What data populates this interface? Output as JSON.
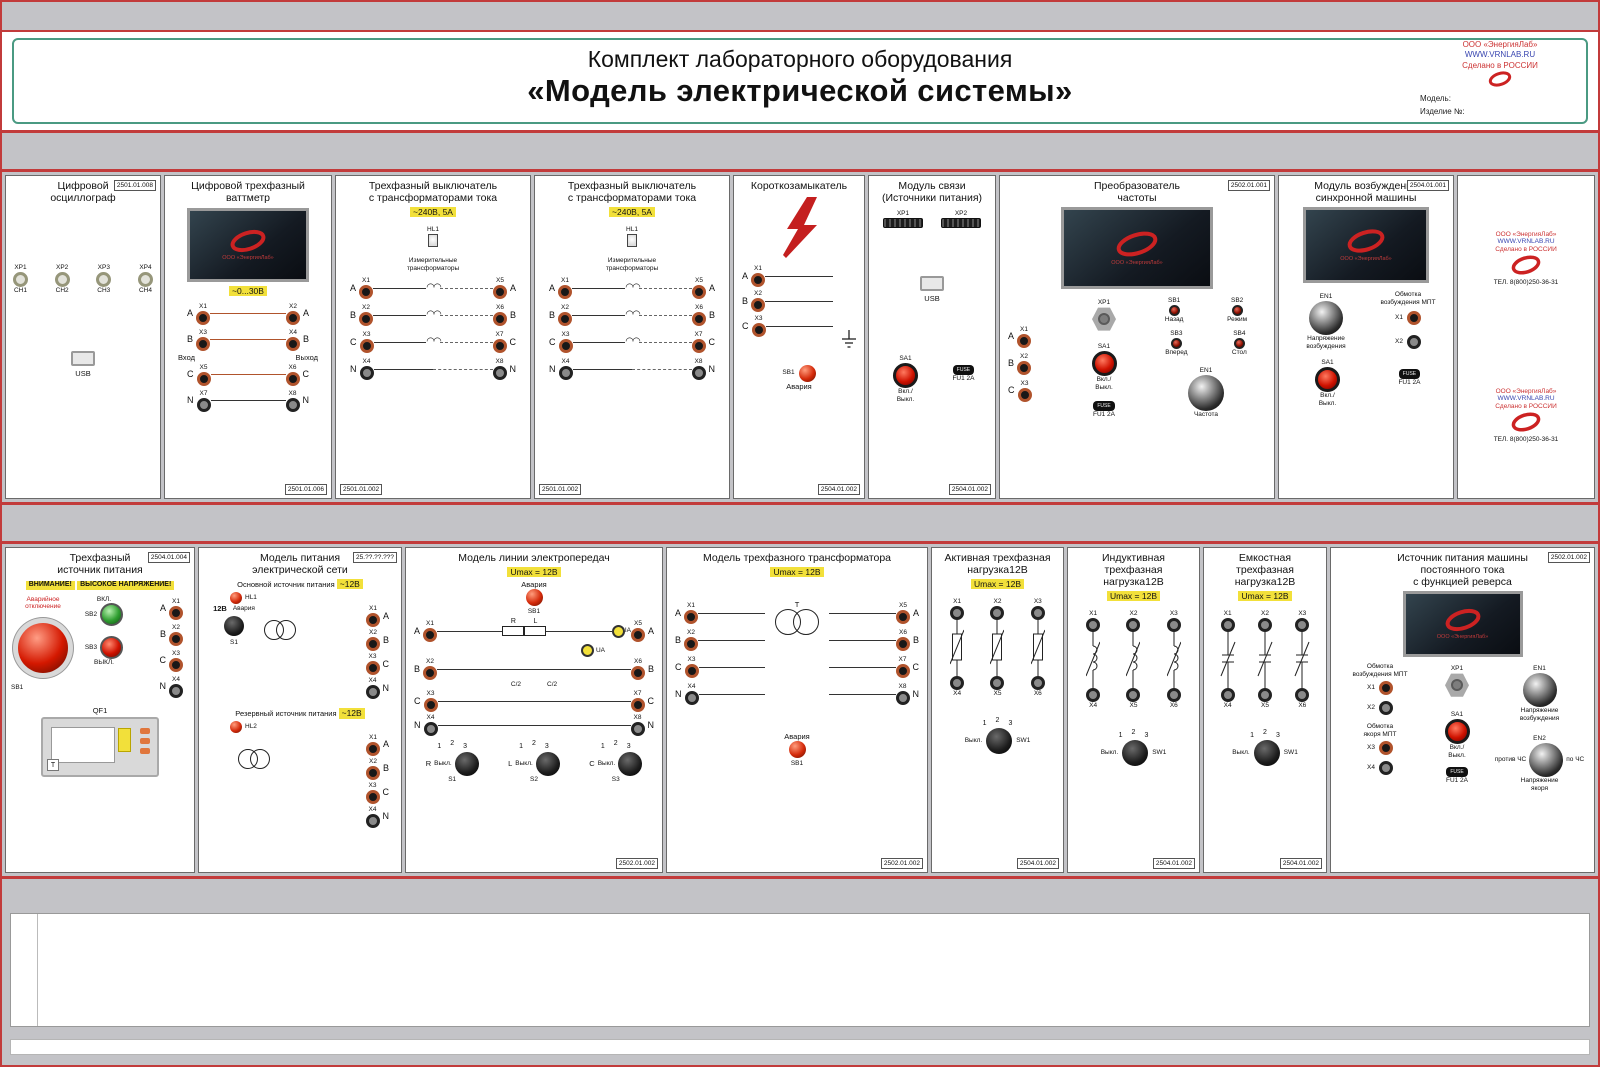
{
  "header": {
    "title1": "Комплект лабораторного оборудования",
    "title2": "«Модель электрической системы»"
  },
  "brand": {
    "company": "ООО «ЭнергияЛаб»",
    "site": "WWW.VRNLAB.RU",
    "made": "Сделано в РОССИИ",
    "model": "Модель:",
    "item": "Изделие №:",
    "phone": "ТЕЛ. 8(800)250-36-31"
  },
  "screen_brand": "ООО «ЭнергияЛаб»",
  "panels": {
    "osc": {
      "title1": "Цифровой",
      "title2": "осциллограф",
      "badge": "2501.01.008",
      "ports": [
        {
          "xp": "XP1",
          "ch": "CH1"
        },
        {
          "xp": "XP2",
          "ch": "CH2"
        },
        {
          "xp": "XP3",
          "ch": "CH3"
        },
        {
          "xp": "XP4",
          "ch": "CH4"
        }
      ],
      "usb": "USB"
    },
    "watt": {
      "title1": "Цифровой трехфазный",
      "title2": "ваттметр",
      "range": "~0...30В",
      "rows": [
        {
          "l": "A",
          "x1": "X1",
          "x2": "X2",
          "r": "A"
        },
        {
          "l": "B",
          "x1": "X3",
          "x2": "X4",
          "r": "B"
        },
        {
          "l": "C",
          "x1": "X5",
          "x2": "X6",
          "r": "C"
        },
        {
          "l": "N",
          "x1": "X7",
          "x2": "X8",
          "r": "N"
        }
      ],
      "inp": "Вход",
      "outp": "Выход",
      "badge": "2501.01.006"
    },
    "cb1": {
      "title1": "Трехфазный выключатель",
      "title2": "с трансформаторами тока",
      "rating": "~240В, 5А",
      "lamp": "HL1",
      "note1": "Измерительные",
      "note2": "трансформаторы",
      "rows": [
        {
          "l": "A",
          "x1": "X1",
          "x2": "X5",
          "r": "A"
        },
        {
          "l": "B",
          "x1": "X2",
          "x2": "X6",
          "r": "B"
        },
        {
          "l": "C",
          "x1": "X3",
          "x2": "X7",
          "r": "C"
        },
        {
          "l": "N",
          "x1": "X4",
          "x2": "X8",
          "r": "N"
        }
      ],
      "badge": "2501.01.002"
    },
    "cb2": {
      "title1": "Трехфазный выключатель",
      "title2": "с трансформаторами тока",
      "rating": "~240В, 5А",
      "lamp": "HL1",
      "note1": "Измерительные",
      "note2": "трансформаторы",
      "rows": [
        {
          "l": "A",
          "x1": "X1",
          "x2": "X5",
          "r": "A"
        },
        {
          "l": "B",
          "x1": "X2",
          "x2": "X6",
          "r": "B"
        },
        {
          "l": "C",
          "x1": "X3",
          "x2": "X7",
          "r": "C"
        },
        {
          "l": "N",
          "x1": "X4",
          "x2": "X8",
          "r": "N"
        }
      ],
      "badge": "2501.01.002"
    },
    "shorter": {
      "title": "Короткозамыкатель",
      "rows": [
        {
          "p": "A",
          "x": "X1"
        },
        {
          "p": "B",
          "x": "X2"
        },
        {
          "p": "C",
          "x": "X3"
        }
      ],
      "sb": "SB1",
      "alarm": "Авария",
      "badge": "2504.01.002"
    },
    "comm": {
      "title1": "Модуль связи",
      "title2": "(Источники питания)",
      "xp1": "XP1",
      "xp2": "XP2",
      "usb": "USB",
      "sa": "SA1",
      "sa_lbl": "Вкл./ Выкл.",
      "fuse_lbl": "FUSE",
      "fuse": "FU1 2A",
      "badge": "2504.01.002"
    },
    "freq": {
      "title1": "Преобразователь",
      "title2": "частоты",
      "badge": "2502.01.001",
      "xp": "XP1",
      "rows": [
        {
          "p": "A",
          "x": "X1"
        },
        {
          "p": "B",
          "x": "X2"
        },
        {
          "p": "C",
          "x": "X3"
        }
      ],
      "sa": "SA1",
      "sa_lbl": "Вкл./ Выкл.",
      "fuse_lbl": "FUSE",
      "fuse": "FU1 2A",
      "sb1": "SB1",
      "sb1_lbl": "Назад",
      "sb2": "SB2",
      "sb2_lbl": "Режим",
      "sb3": "SB3",
      "sb3_lbl": "Вперед",
      "sb4": "SB4",
      "sb4_lbl": "Стол",
      "en": "EN1",
      "en_lbl": "Частота"
    },
    "excit": {
      "title1": "Модуль возбуждения",
      "title2": "синхронной машины",
      "badge": "2504.01.001",
      "en": "EN1",
      "en_lbl1": "Напряжение",
      "en_lbl2": "возбуждения",
      "wind1": "Обмотка",
      "wind2": "возбуждения МПТ",
      "x1": "X1",
      "x2": "X2",
      "sa": "SA1",
      "sa_lbl": "Вкл./ Выкл.",
      "fuse_lbl": "FUSE",
      "fuse": "FU1 2A"
    },
    "src3": {
      "title1": "Трехфазный",
      "title2": "источник питания",
      "badge": "2504.01.004",
      "warn1": "ВНИМАНИЕ!",
      "warn2": "ВЫСОКОЕ НАПРЯЖЕНИЕ!",
      "emerg1": "Аварийное",
      "emerg2": "отключение",
      "sb1": "SB1",
      "sb2": "SB2",
      "on": "ВКЛ.",
      "sb3": "SB3",
      "off": "ВЫКЛ.",
      "terms": [
        {
          "p": "A",
          "x": "X1"
        },
        {
          "p": "B",
          "x": "X2"
        },
        {
          "p": "C",
          "x": "X3"
        },
        {
          "p": "N",
          "x": "X4"
        }
      ],
      "qf": "QF1",
      "t": "T"
    },
    "grid": {
      "title1": "Модель питания",
      "title2": "электрической сети",
      "badge": "25.??.??.???",
      "main_lbl": "Основной источник питания",
      "main_v": "~12В",
      "hl1": "HL1",
      "v12": "12В",
      "alarm": "Авария",
      "s1": "S1",
      "terms_main": [
        {
          "x": "X1",
          "p": "A"
        },
        {
          "x": "X2",
          "p": "B"
        },
        {
          "x": "X3",
          "p": "C"
        },
        {
          "x": "X4",
          "p": "N"
        }
      ],
      "res_lbl": "Резервный источник питания",
      "res_v": "~12В",
      "hl2": "HL2",
      "terms_res": [
        {
          "x": "X1",
          "p": "A"
        },
        {
          "x": "X2",
          "p": "B"
        },
        {
          "x": "X3",
          "p": "C"
        },
        {
          "x": "X4",
          "p": "N"
        }
      ]
    },
    "line": {
      "title": "Модель линии электропередач",
      "umax": "Umax = 12В",
      "alarm": "Авария",
      "sb": "SB1",
      "left": [
        {
          "p": "A",
          "x": "X1"
        },
        {
          "p": "B",
          "x": "X2"
        },
        {
          "p": "C",
          "x": "X3"
        },
        {
          "p": "N",
          "x": "X4"
        }
      ],
      "right": [
        {
          "x": "X5",
          "p": "A"
        },
        {
          "x": "X6",
          "p": "B"
        },
        {
          "x": "X7",
          "p": "C"
        },
        {
          "x": "X8",
          "p": "N"
        }
      ],
      "rl": "R",
      "ll": "L",
      "ia": "IА",
      "ua": "UА",
      "c2a": "C/2",
      "c2b": "C/2",
      "off": "Выкл.",
      "pos": [
        "1",
        "2",
        "3"
      ],
      "s1": "S1",
      "s1l": "R",
      "s2": "S2",
      "s2l": "L",
      "s3": "S3",
      "s3l": "C",
      "badge": "2502.01.002"
    },
    "trans": {
      "title": "Модель трехфазного трансформатора",
      "umax": "Umax = 12В",
      "t": "T",
      "left": [
        {
          "p": "A",
          "x": "X1"
        },
        {
          "p": "B",
          "x": "X2"
        },
        {
          "p": "C",
          "x": "X3"
        },
        {
          "p": "N",
          "x": "X4"
        }
      ],
      "right": [
        {
          "x": "X5",
          "p": "A"
        },
        {
          "x": "X6",
          "p": "B"
        },
        {
          "x": "X7",
          "p": "C"
        },
        {
          "x": "X8",
          "p": "N"
        }
      ],
      "alarm": "Авария",
      "sb": "SB1",
      "badge": "2502.01.002"
    },
    "loadR": {
      "t1": "Активная трехфазная",
      "t2": "нагрузка12В",
      "umax": "Umax = 12В",
      "top": [
        "X1",
        "X2",
        "X3"
      ],
      "bot": [
        "X4",
        "X5",
        "X6"
      ],
      "off": "Выкл.",
      "pos": [
        "1",
        "2",
        "3"
      ],
      "sw": "SW1",
      "badge": "2504.01.002"
    },
    "loadL": {
      "t1": "Индуктивная трехфазная",
      "t2": "нагрузка12В",
      "umax": "Umax = 12В",
      "top": [
        "X1",
        "X2",
        "X3"
      ],
      "bot": [
        "X4",
        "X5",
        "X6"
      ],
      "off": "Выкл.",
      "pos": [
        "1",
        "2",
        "3"
      ],
      "sw": "SW1",
      "badge": "2504.01.002"
    },
    "loadC": {
      "t1": "Емкостная трехфазная",
      "t2": "нагрузка12В",
      "umax": "Umax = 12В",
      "top": [
        "X1",
        "X2",
        "X3"
      ],
      "bot": [
        "X4",
        "X5",
        "X6"
      ],
      "off": "Выкл.",
      "pos": [
        "1",
        "2",
        "3"
      ],
      "sw": "SW1",
      "badge": "2504.01.002"
    },
    "dc": {
      "title1": "Источник питания машины",
      "title2": "постоянного тока",
      "title3": "с функцией реверса",
      "badge": "2502.01.002",
      "wind1a": "Обмотка",
      "wind1b": "возбуждения МПТ",
      "x1": "X1",
      "x2": "X2",
      "wind2a": "Обмотка",
      "wind2b": "якоря МПТ",
      "x3": "X3",
      "x4": "X4",
      "xp": "XP1",
      "sa": "SA1",
      "sa_lbl": "Вкл./ Выкл.",
      "fuse_lbl": "FUSE",
      "fuse": "FU1 2A",
      "en1": "EN1",
      "en1_lbl1": "Напряжение",
      "en1_lbl2": "возбуждения",
      "en2": "EN2",
      "en2_lbl1": "Напряжение",
      "en2_lbl2": "якоря",
      "ccw": "против ЧС",
      "cw": "по ЧС"
    }
  }
}
